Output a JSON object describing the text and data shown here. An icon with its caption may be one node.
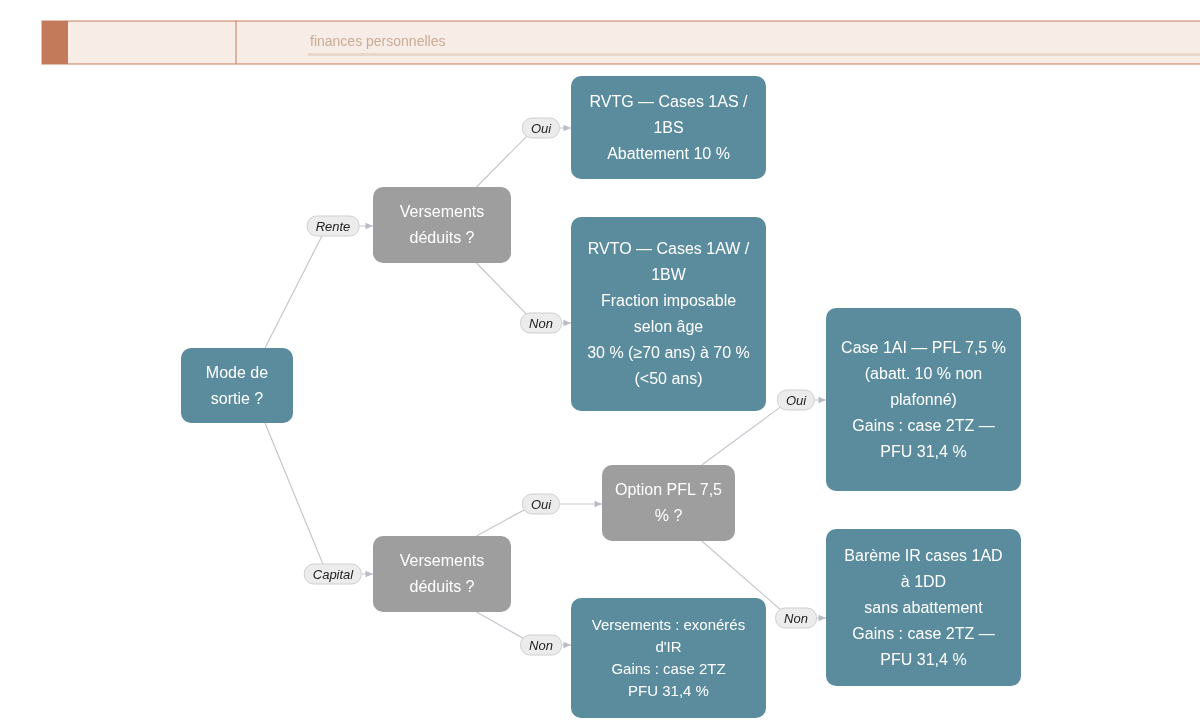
{
  "diagram": {
    "nodes": [
      {
        "text": [
          "Mode de sortie ?"
        ]
      },
      {
        "text": [
          "Versements déduits ?"
        ]
      },
      {
        "text": [
          "RVTG — Cases 1AS / 1BS",
          "Abattement 10 %"
        ]
      },
      {
        "text": [
          "RVTO — Cases 1AW / 1BW",
          "Fraction imposable selon âge",
          "30 % (≥70 ans) à 70 % (<50 ans)"
        ]
      },
      {
        "text": [
          "Versements déduits ?"
        ]
      },
      {
        "text": [
          "Option PFL 7,5 % ?"
        ]
      },
      {
        "text": [
          "Versements : exonérés d'IR",
          "Gains : case 2TZ",
          "PFU 31,4 %"
        ]
      },
      {
        "text": [
          "Case 1AI — PFL 7,5 %",
          "(abatt. 10 % non plafonné)",
          "Gains : case 2TZ — PFU 31,4 %"
        ]
      },
      {
        "text": [
          "Barème IR cases 1AD à 1DD",
          "sans abattement",
          "Gains : case 2TZ — PFU 31,4 %"
        ]
      }
    ],
    "edges": [
      {
        "from": 0,
        "to": 1,
        "arrow": "to",
        "label": "Rente"
      },
      {
        "from": 0,
        "to": 4,
        "arrow": "to",
        "label": "Capital"
      },
      {
        "from": 1,
        "to": 2,
        "arrow": "to",
        "label": "Oui"
      },
      {
        "from": 1,
        "to": 3,
        "arrow": "to",
        "label": "Non"
      },
      {
        "from": 4,
        "to": 5,
        "arrow": "to",
        "label": "Oui"
      },
      {
        "from": 4,
        "to": 6,
        "arrow": "to",
        "label": "Non"
      },
      {
        "from": 5,
        "to": 7,
        "arrow": "to",
        "label": "Oui"
      },
      {
        "from": 5,
        "to": 8,
        "arrow": "to",
        "label": "Non"
      }
    ],
    "labels": [
      "finances personnelles"
    ]
  }
}
